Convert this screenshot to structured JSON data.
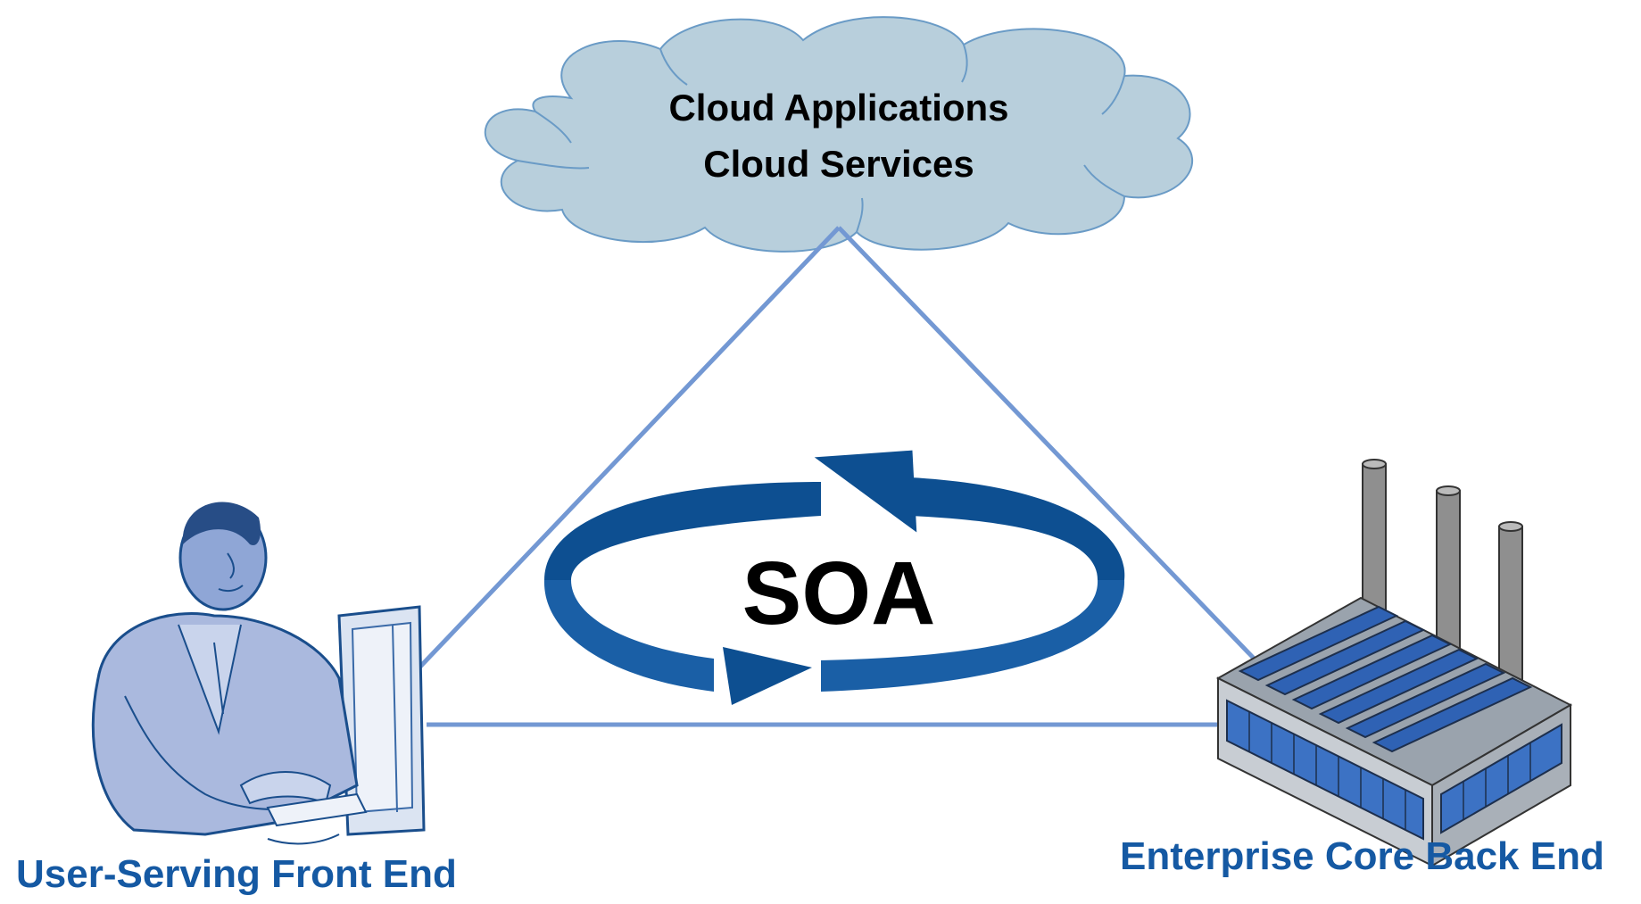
{
  "cloud": {
    "line1": "Cloud Applications",
    "line2": "Cloud Services"
  },
  "center": {
    "label": "SOA"
  },
  "left_caption": "User-Serving Front End",
  "right_caption": "Enterprise Core Back End",
  "colors": {
    "cloud_fill": "#b8cfdc",
    "cloud_stroke": "#6a9bc6",
    "triangle_line": "#7398d3",
    "arrow_blue": "#0d4f91",
    "caption_blue": "#1559a3",
    "factory_roof_blue": "#2f62b4"
  },
  "icons": [
    "cloud-icon",
    "person-at-computer-icon",
    "factory-icon",
    "cycle-arrows-icon"
  ]
}
